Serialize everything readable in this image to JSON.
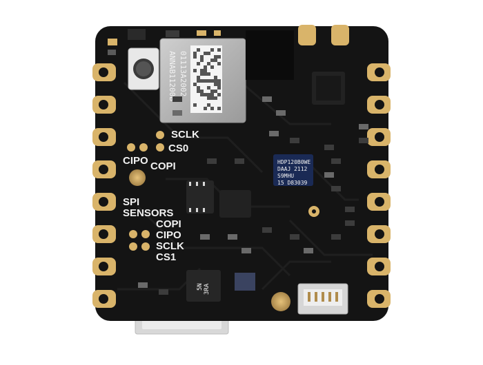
{
  "photo": {
    "subject": "Arduino Nicla Sense ME board",
    "colors": {
      "background": "#ffffff",
      "pcb": "#141414",
      "pad_gold": "#d9b46a",
      "silkscreen": "#f2f2f2",
      "shield": "#b8b8b8"
    }
  },
  "silkscreen": {
    "spi_top": {
      "sclk": "SCLK",
      "cs0": "CS0",
      "cipo": "CIPO",
      "copi": "COPI"
    },
    "spi_sensors": {
      "title_line1": "SPI",
      "title_line2": "SENSORS",
      "copi": "COPI",
      "cipo": "CIPO",
      "sclk": "SCLK",
      "cs1": "CS1"
    }
  },
  "shield_marking": {
    "line1": "ANNAB11200B",
    "line2": "01113A2002"
  },
  "chip_marking": {
    "line1": "HDP120B0WE",
    "line2": "DAAJ 2112",
    "line3": "S9MHU",
    "line4": "15 D83039"
  },
  "small_chip": {
    "line1": "5N",
    "line2": "3RA"
  }
}
